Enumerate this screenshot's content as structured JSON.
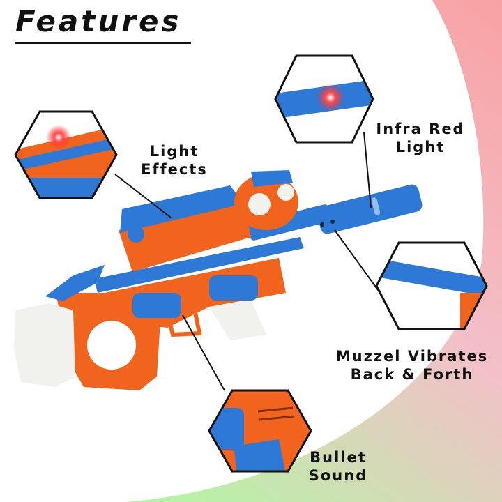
{
  "title": "Features",
  "callouts": {
    "light_effects": {
      "line1": "Light",
      "line2": "Effects"
    },
    "infra_red": {
      "line1": "Infra Red",
      "line2": "Light"
    },
    "muzzle": {
      "line1": "Muzzel Vibrates",
      "line2": "Back & Forth"
    },
    "bullet": {
      "line1": "Bullet",
      "line2": "Sound"
    }
  },
  "colors": {
    "orange": "#f0641e",
    "blue": "#2f79d6",
    "white_part": "#f1f1ee",
    "pink_bg": "#f7a7a8",
    "green_bg": "#b8f5a8",
    "red_light": "#ff2b2b"
  },
  "icons": [
    "toy-blaster-image",
    "hexagon-detail-frame"
  ]
}
